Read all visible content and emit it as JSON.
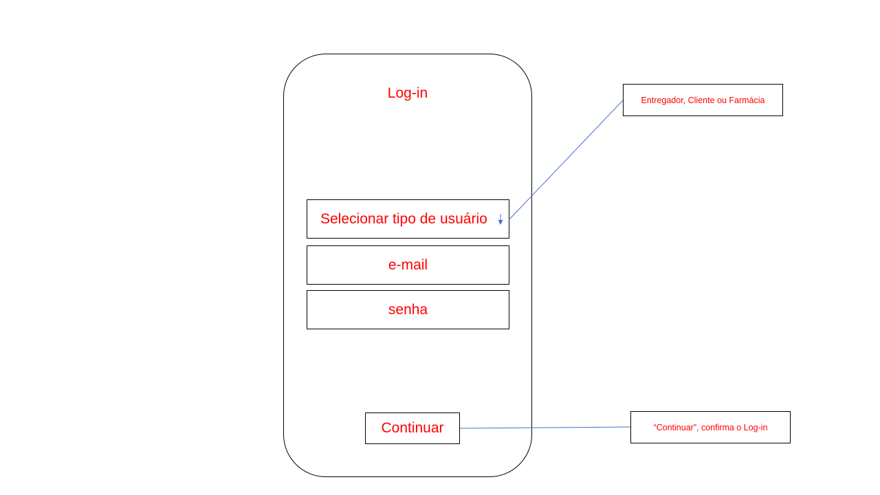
{
  "screen": {
    "title": "Log-in",
    "user_type_select": {
      "placeholder": "Selecionar tipo de usuário"
    },
    "email_field": {
      "placeholder": "e-mail"
    },
    "password_field": {
      "placeholder": "senha"
    },
    "continue_button": {
      "label": "Continuar"
    }
  },
  "annotations": {
    "user_type_note": "Entregador, Cliente ou Farmácia",
    "continue_note": "“Continuar”, confirma o Log-in"
  },
  "colors": {
    "text_accent": "#ff0000",
    "connector": "#4472c4",
    "border": "#000000"
  },
  "icons": {
    "dropdown": "chevron-down-icon"
  }
}
